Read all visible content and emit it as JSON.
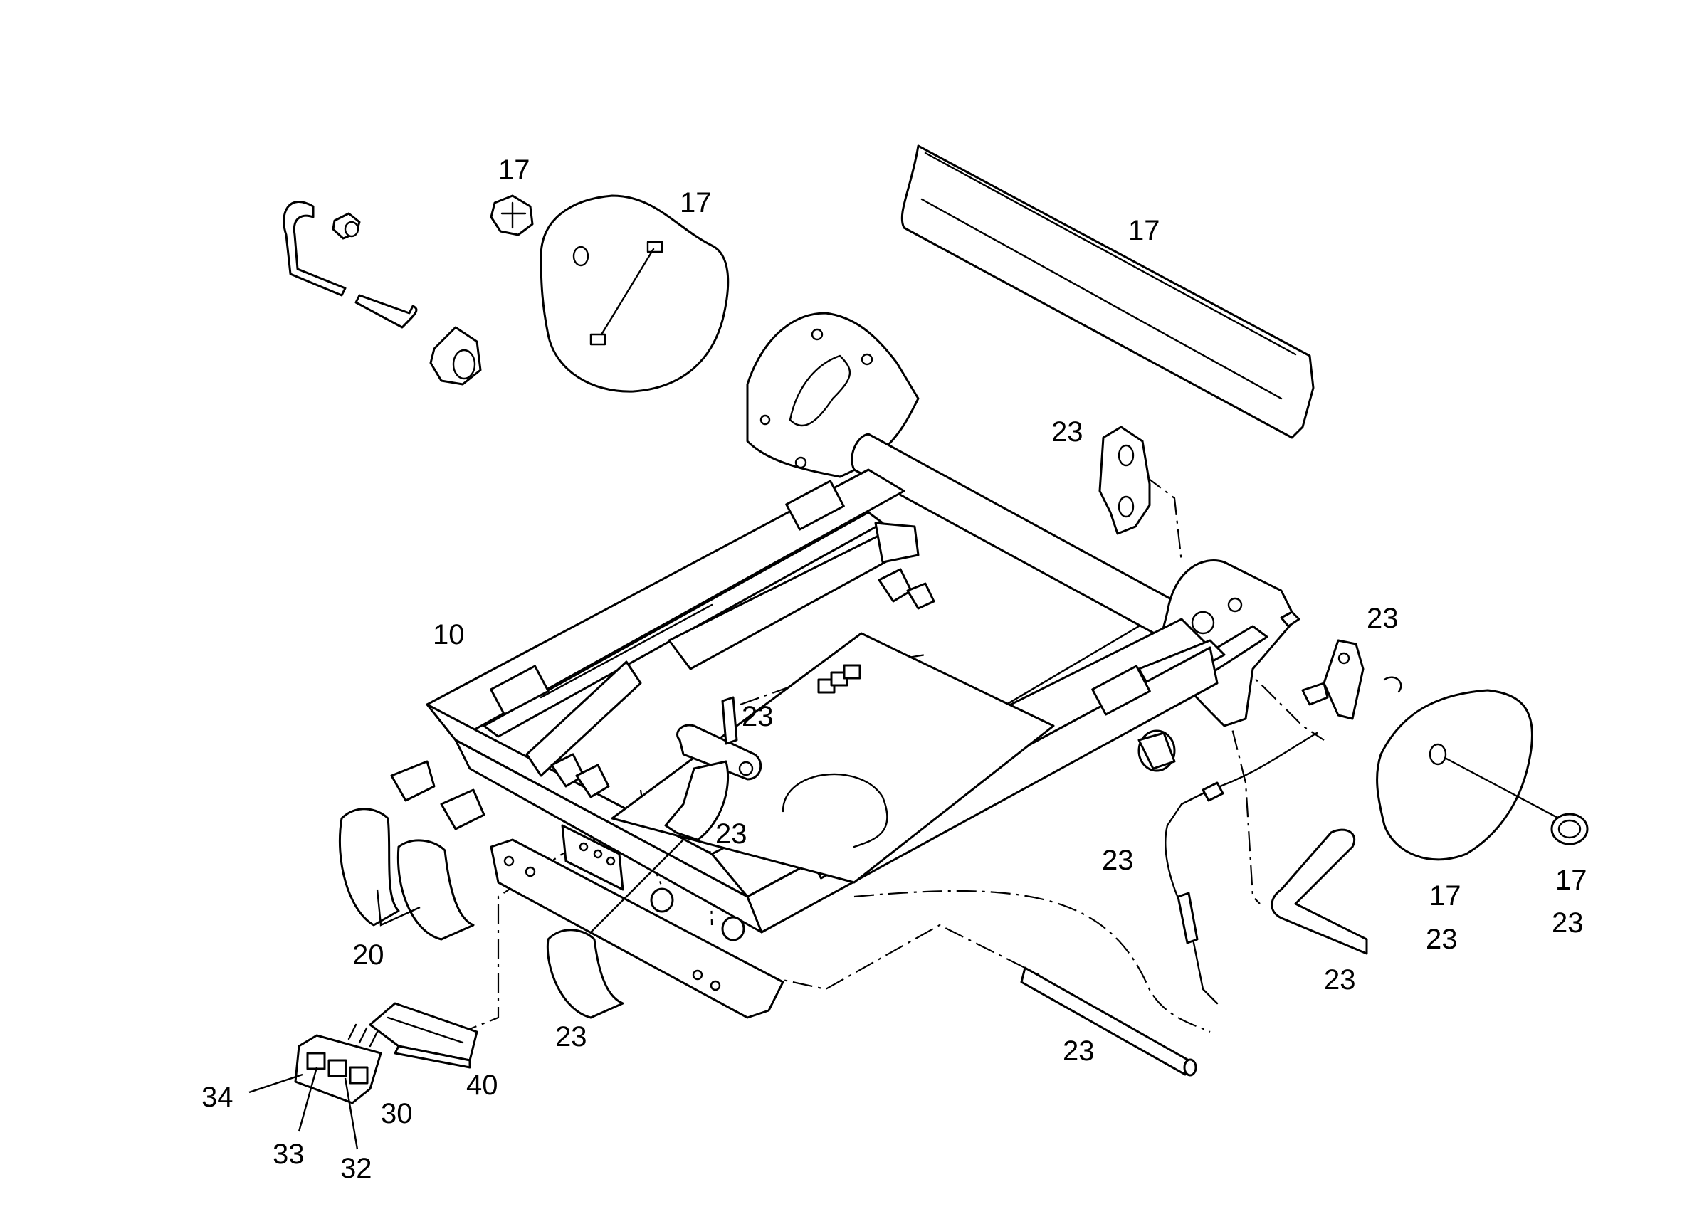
{
  "callouts": [
    {
      "id": "c17-clip",
      "text": "17"
    },
    {
      "id": "c17-cover-left",
      "text": "17"
    },
    {
      "id": "c17-trim-bar",
      "text": "17"
    },
    {
      "id": "c23-upper-plate",
      "text": "23"
    },
    {
      "id": "c10-frame",
      "text": "10"
    },
    {
      "id": "c23-right-lever",
      "text": "23"
    },
    {
      "id": "c23-pin",
      "text": "23"
    },
    {
      "id": "c23-bracket",
      "text": "23"
    },
    {
      "id": "c23-cable",
      "text": "23"
    },
    {
      "id": "c17-cover-right",
      "text": "17"
    },
    {
      "id": "c23-cover-right",
      "text": "23"
    },
    {
      "id": "c17-cap",
      "text": "17"
    },
    {
      "id": "c23-cap",
      "text": "23"
    },
    {
      "id": "c23-handle-bar",
      "text": "23"
    },
    {
      "id": "c20-knobs",
      "text": "20"
    },
    {
      "id": "c23-knob",
      "text": "23"
    },
    {
      "id": "c23-rod",
      "text": "23"
    },
    {
      "id": "c40-bezel",
      "text": "40"
    },
    {
      "id": "c34-switch",
      "text": "34"
    },
    {
      "id": "c30-switch",
      "text": "30"
    },
    {
      "id": "c33-switch",
      "text": "33"
    },
    {
      "id": "c32-switch",
      "text": "32"
    }
  ]
}
